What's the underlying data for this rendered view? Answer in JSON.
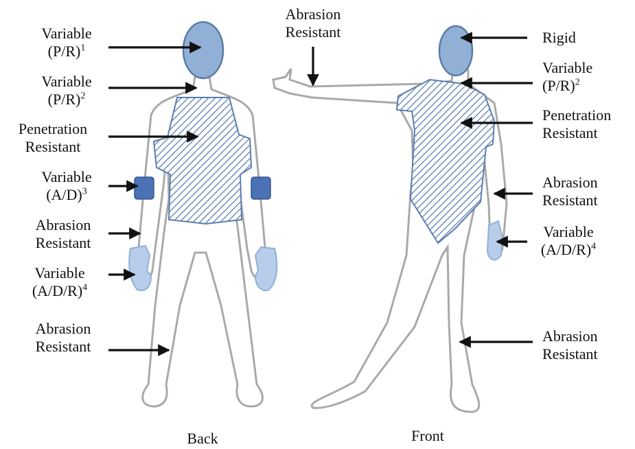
{
  "colors": {
    "outline": "#a9a9a9",
    "head_fill": "#92afd6",
    "head_stroke": "#5b7aa8",
    "hatch_line": "#5a7db1",
    "band_fill": "#4a72b5",
    "glove_fill": "#b7cde9",
    "arrow": "#111111"
  },
  "figures": {
    "back_caption": "Back",
    "front_caption": "Front"
  },
  "labels": {
    "back_head": {
      "line1": "Variable",
      "line2": "(P/R)",
      "sup": "1"
    },
    "back_neck": {
      "line1": "Variable",
      "line2": "(P/R)",
      "sup": "2"
    },
    "back_torso": {
      "line1": "Penetration",
      "line2": "Resistant"
    },
    "back_band": {
      "line1": "Variable",
      "line2": "(A/D)",
      "sup": "3"
    },
    "back_arm": {
      "line1": "Abrasion",
      "line2": "Resistant"
    },
    "back_glove": {
      "line1": "Variable",
      "line2": "(A/D/R)",
      "sup": "4"
    },
    "back_leg": {
      "line1": "Abrasion",
      "line2": "Resistant"
    },
    "front_hand": {
      "line1": "Abrasion",
      "line2": "Resistant"
    },
    "front_head": {
      "line1": "Rigid"
    },
    "front_neck": {
      "line1": "Variable",
      "line2": "(P/R)",
      "sup": "2"
    },
    "front_torso": {
      "line1": "Penetration",
      "line2": "Resistant"
    },
    "front_arm": {
      "line1": "Abrasion",
      "line2": "Resistant"
    },
    "front_glove": {
      "line1": "Variable",
      "line2": "(A/D/R)",
      "sup": "4"
    },
    "front_leg": {
      "line1": "Abrasion",
      "line2": "Resistant"
    }
  }
}
